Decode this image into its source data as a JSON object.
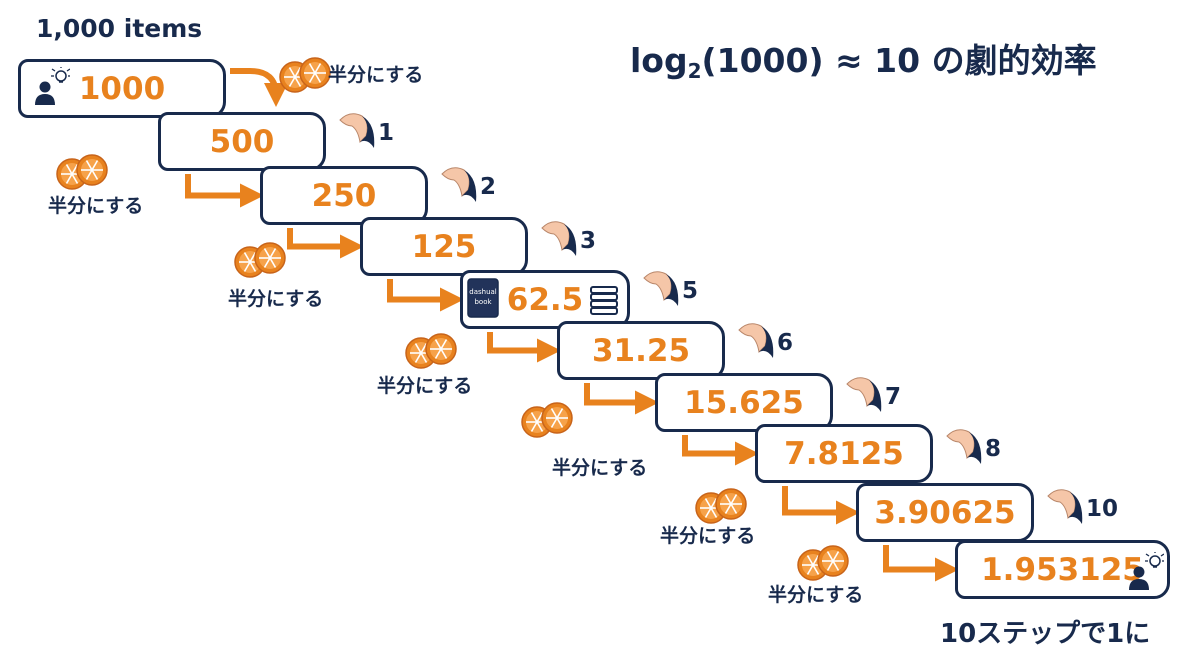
{
  "header": {
    "items_label": "1,000 items"
  },
  "formula": {
    "prefix": "log",
    "base": "2",
    "argument": "(1000) ≈ 10",
    "suffix": "の劇的効率"
  },
  "footer": {
    "text": "10ステップで1に"
  },
  "halve_label": "半分にする",
  "colors": {
    "navy": "#182a4c",
    "orange": "#e8821e",
    "skin": "#f5c6a8"
  },
  "steps": [
    {
      "value": "1000",
      "icon_left": "person-idea-icon",
      "step_label": ""
    },
    {
      "value": "500",
      "step_label": "1"
    },
    {
      "value": "250",
      "step_label": "2"
    },
    {
      "value": "125",
      "step_label": "3"
    },
    {
      "value": "62.5",
      "icon_left": "book-icon",
      "icon_left_text": "dashual book",
      "icon_right": "stacked-books-icon",
      "step_label": "5"
    },
    {
      "value": "31.25",
      "step_label": "6"
    },
    {
      "value": "15.625",
      "step_label": "7"
    },
    {
      "value": "7.8125",
      "step_label": "8"
    },
    {
      "value": "3.90625",
      "step_label": "10"
    },
    {
      "value": "1.953125",
      "icon_right": "person-idea-icon",
      "step_label": ""
    }
  ]
}
